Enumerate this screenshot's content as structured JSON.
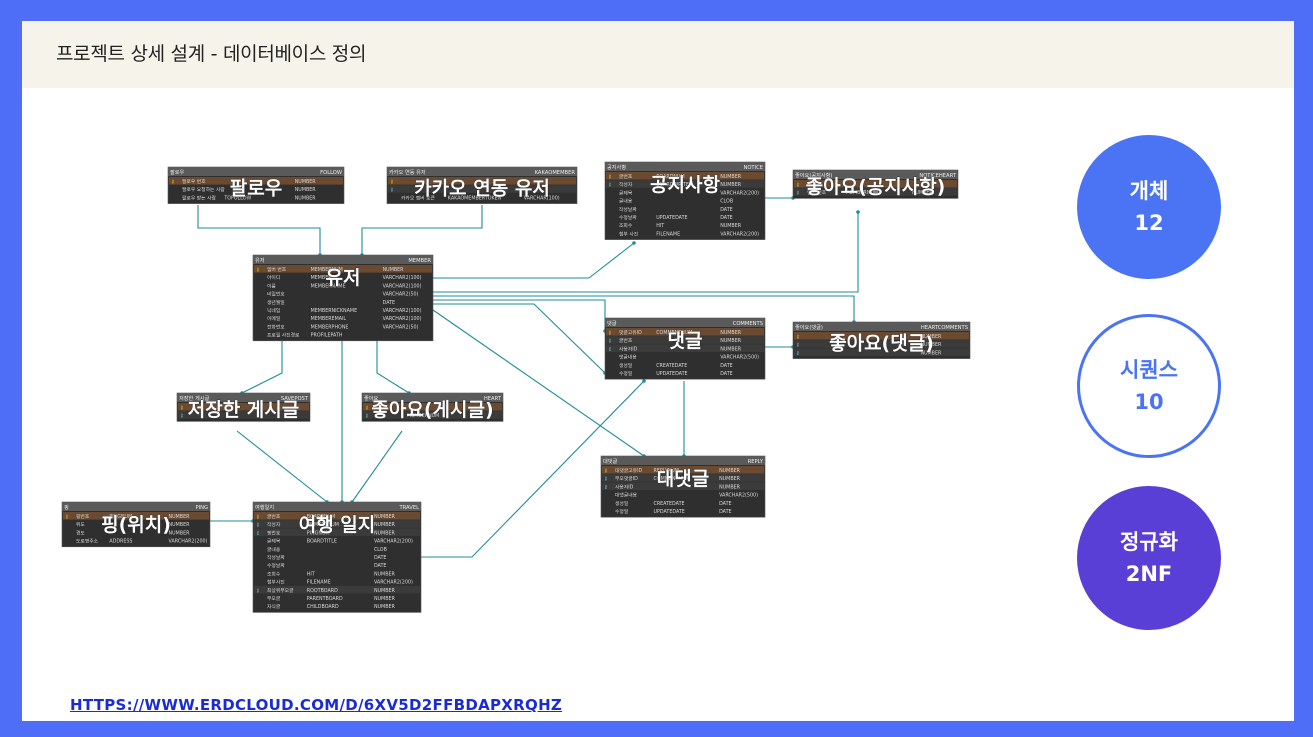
{
  "slide": {
    "title": "프로젝트 상세 설계 - 데이터베이스 정의",
    "link": "HTTPS://WWW.ERDCLOUD.COM/D/6XV5D2FFBDAPXRQHZ"
  },
  "stats": [
    {
      "label": "개체",
      "value": "12"
    },
    {
      "label": "시퀀스",
      "value": "10"
    },
    {
      "label": "정규화",
      "value": "2NF"
    }
  ],
  "colors": {
    "background": "#4f6ef7",
    "header": "#f6f3ea",
    "table_header": "#5a5a5a",
    "table_body": "#2f2f2f",
    "key_row": "#6b4a32",
    "connector": "#1f8c9a",
    "stat_blue": "#4a74f4",
    "stat_purple": "#5a3fd6"
  },
  "tables": [
    {
      "id": "follow",
      "logical": "팔로우",
      "physical": "FOLLOW",
      "overlay": "팔로우",
      "rows": [
        {
          "key": "pk",
          "name": "팔로우 번호",
          "col": "",
          "type": "NUMBER"
        },
        {
          "key": "",
          "name": "팔로우 요청하는 사람",
          "col": "",
          "type": "NUMBER"
        },
        {
          "key": "",
          "name": "팔로우 받는 사람",
          "col": "TOFOLLOW",
          "type": "NUMBER"
        }
      ]
    },
    {
      "id": "kakao",
      "logical": "카카오 연동 유저",
      "physical": "KAKAOMEMBER",
      "overlay": "카카오 연동 유저",
      "rows": [
        {
          "key": "pk",
          "name": "",
          "col": "",
          "type": ""
        },
        {
          "key": "fk",
          "name": "",
          "col": "",
          "type": ""
        },
        {
          "key": "",
          "name": "카카오 멤버 토큰",
          "col": "KAKAOMEMBERTOKEN",
          "type": "VARCHAR(100)"
        }
      ]
    },
    {
      "id": "notice",
      "logical": "공지사항",
      "physical": "NOTICE",
      "overlay": "공지사항",
      "rows": [
        {
          "key": "pk",
          "name": "글번호",
          "col": "BOARDNUM",
          "type": "NUMBER"
        },
        {
          "key": "fk",
          "name": "작성자",
          "col": "BOARDWRITER",
          "type": "NUMBER"
        },
        {
          "key": "",
          "name": "글제목",
          "col": "",
          "type": "VARCHAR2(200)"
        },
        {
          "key": "",
          "name": "글내용",
          "col": "",
          "type": "CLOB"
        },
        {
          "key": "",
          "name": "작성날짜",
          "col": "",
          "type": "DATE"
        },
        {
          "key": "",
          "name": "수정날짜",
          "col": "UPDATEDATE",
          "type": "DATE"
        },
        {
          "key": "",
          "name": "조회수",
          "col": "HIT",
          "type": "NUMBER"
        },
        {
          "key": "",
          "name": "첨부 사진",
          "col": "FILENAME",
          "type": "VARCHAR2(200)"
        }
      ]
    },
    {
      "id": "noticeheart",
      "logical": "좋아요(공지사항)",
      "physical": "NOTICEHEART",
      "overlay": "좋아요(공지사항)",
      "rows": [
        {
          "key": "pk",
          "name": "",
          "col": "",
          "type": ""
        },
        {
          "key": "fk",
          "name": "멤버 번호",
          "col": "MEMBERNUM",
          "type": "NUMBER"
        }
      ]
    },
    {
      "id": "member",
      "logical": "유저",
      "physical": "MEMBER",
      "overlay": "유저",
      "rows": [
        {
          "key": "pk",
          "name": "멤버 번호",
          "col": "MEMBERNUM",
          "type": "NUMBER"
        },
        {
          "key": "",
          "name": "아이디",
          "col": "MEMBERID",
          "type": "VARCHAR2(100)"
        },
        {
          "key": "",
          "name": "이름",
          "col": "MEMBERNAME",
          "type": "VARCHAR2(100)"
        },
        {
          "key": "",
          "name": "비밀번호",
          "col": "",
          "type": "VARCHAR2(50)"
        },
        {
          "key": "",
          "name": "생년월일",
          "col": "",
          "type": "DATE"
        },
        {
          "key": "",
          "name": "닉네임",
          "col": "MEMBERNICKNAME",
          "type": "VARCHAR2(100)"
        },
        {
          "key": "",
          "name": "이메일",
          "col": "MEMBEREMAIL",
          "type": "VARCHAR2(100)"
        },
        {
          "key": "",
          "name": "전화번호",
          "col": "MEMBERPHONE",
          "type": "VARCHAR2(50)"
        },
        {
          "key": "",
          "name": "프로필 사진경로",
          "col": "PROFILEPATH",
          "type": ""
        }
      ]
    },
    {
      "id": "comments",
      "logical": "댓글",
      "physical": "COMMENTS",
      "overlay": "댓글",
      "rows": [
        {
          "key": "pk",
          "name": "댓글고유ID",
          "col": "COMMENTNUM",
          "type": "NUMBER"
        },
        {
          "key": "fk",
          "name": "글번호",
          "col": "",
          "type": "NUMBER"
        },
        {
          "key": "fk",
          "name": "사용자ID",
          "col": "",
          "type": "NUMBER"
        },
        {
          "key": "",
          "name": "댓글내용",
          "col": "",
          "type": "VARCHAR2(500)"
        },
        {
          "key": "",
          "name": "생성일",
          "col": "CREATEDATE",
          "type": "DATE"
        },
        {
          "key": "",
          "name": "수정일",
          "col": "UPDATEDATE",
          "type": "DATE"
        }
      ]
    },
    {
      "id": "heartcomments",
      "logical": "좋아요(댓글)",
      "physical": "HEARTCOMMENTS",
      "overlay": "좋아요(댓글)",
      "rows": [
        {
          "key": "pk",
          "name": "",
          "col": "",
          "type": "NUMBER"
        },
        {
          "key": "fk",
          "name": "",
          "col": "",
          "type": "NUMBER"
        },
        {
          "key": "fk",
          "name": "",
          "col": "",
          "type": "NUMBER"
        }
      ]
    },
    {
      "id": "savepost",
      "logical": "저장한 게시글",
      "physical": "SAVEPOST",
      "overlay": "저장한 게시글",
      "rows": [
        {
          "key": "pk",
          "name": "",
          "col": "",
          "type": ""
        },
        {
          "key": "fk",
          "name": "",
          "col": "",
          "type": ""
        }
      ]
    },
    {
      "id": "heart",
      "logical": "좋아요",
      "physical": "HEART",
      "overlay": "좋아요(게시글)",
      "rows": [
        {
          "key": "pk",
          "name": "",
          "col": "",
          "type": ""
        },
        {
          "key": "fk",
          "name": "",
          "col": "MEMBERNUM",
          "type": ""
        }
      ]
    },
    {
      "id": "reply",
      "logical": "대댓글",
      "physical": "REPLY",
      "overlay": "대댓글",
      "rows": [
        {
          "key": "pk",
          "name": "대댓글고유ID",
          "col": "REPLYNUM",
          "type": "NUMBER"
        },
        {
          "key": "fk",
          "name": "부모댓글ID",
          "col": "COMMENTNUM",
          "type": "NUMBER"
        },
        {
          "key": "fk",
          "name": "사용자ID",
          "col": "",
          "type": "NUMBER"
        },
        {
          "key": "",
          "name": "대댓글내용",
          "col": "",
          "type": "VARCHAR2(500)"
        },
        {
          "key": "",
          "name": "생성일",
          "col": "CREATEDATE",
          "type": "DATE"
        },
        {
          "key": "",
          "name": "수정일",
          "col": "UPDATEDATE",
          "type": "DATE"
        }
      ]
    },
    {
      "id": "ping",
      "logical": "핑",
      "physical": "PING",
      "overlay": "핑(위치)",
      "rows": [
        {
          "key": "pk",
          "name": "핑번호",
          "col": "PINGNUM",
          "type": "NUMBER"
        },
        {
          "key": "",
          "name": "위도",
          "col": "",
          "type": "NUMBER"
        },
        {
          "key": "",
          "name": "경도",
          "col": "",
          "type": "NUMBER"
        },
        {
          "key": "",
          "name": "도로명주소",
          "col": "ADDRESS",
          "type": "VARCHAR2(200)"
        }
      ]
    },
    {
      "id": "travel",
      "logical": "여행일지",
      "physical": "TRAVEL",
      "overlay": "여행 일지",
      "rows": [
        {
          "key": "pk",
          "name": "글번호",
          "col": "BOARDNUM",
          "type": "NUMBER"
        },
        {
          "key": "fk",
          "name": "작성자",
          "col": "MEMBERNUM",
          "type": "NUMBER"
        },
        {
          "key": "fk",
          "name": "핑번호",
          "col": "PINGNUM",
          "type": "NUMBER"
        },
        {
          "key": "",
          "name": "글제목",
          "col": "BOARDTITLE",
          "type": "VARCHAR2(200)"
        },
        {
          "key": "",
          "name": "글내용",
          "col": "",
          "type": "CLOB"
        },
        {
          "key": "",
          "name": "작성날짜",
          "col": "",
          "type": "DATE"
        },
        {
          "key": "",
          "name": "수정날짜",
          "col": "",
          "type": "DATE"
        },
        {
          "key": "",
          "name": "조회수",
          "col": "HIT",
          "type": "NUMBER"
        },
        {
          "key": "",
          "name": "첨부사진",
          "col": "FILENAME",
          "type": "VARCHAR2(200)"
        },
        {
          "key": "fk",
          "name": "최상위부모글",
          "col": "ROOTBOARD",
          "type": "NUMBER"
        },
        {
          "key": "",
          "name": "부모글",
          "col": "PARENTBOARD",
          "type": "NUMBER"
        },
        {
          "key": "",
          "name": "자식글",
          "col": "CHILDBOARD",
          "type": "NUMBER"
        }
      ]
    }
  ]
}
